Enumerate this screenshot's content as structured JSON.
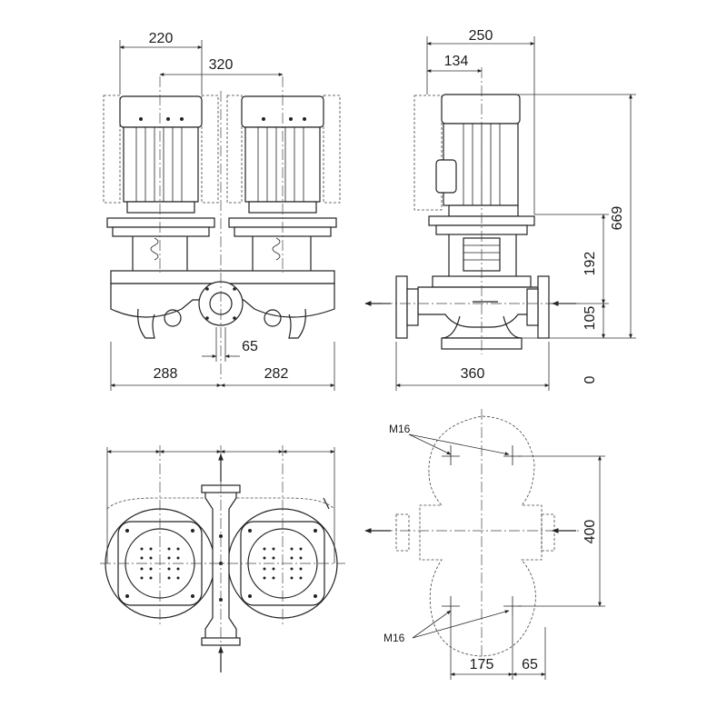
{
  "drawing": {
    "front_view": {
      "dims": {
        "motor_width": "220",
        "centers": "320",
        "left": "288",
        "right": "282",
        "offset": "65"
      }
    },
    "side_view": {
      "dims": {
        "width": "250",
        "offset": "134",
        "base": "360",
        "total_height": "669",
        "upper_height": "192",
        "lower_height": "105",
        "zero": "0"
      }
    },
    "foundation": {
      "dims": {
        "spacing_y": "400",
        "spacing_x": "175",
        "edge": "65"
      },
      "labels": {
        "bolt_top": "M16",
        "bolt_bottom": "M16"
      }
    }
  }
}
